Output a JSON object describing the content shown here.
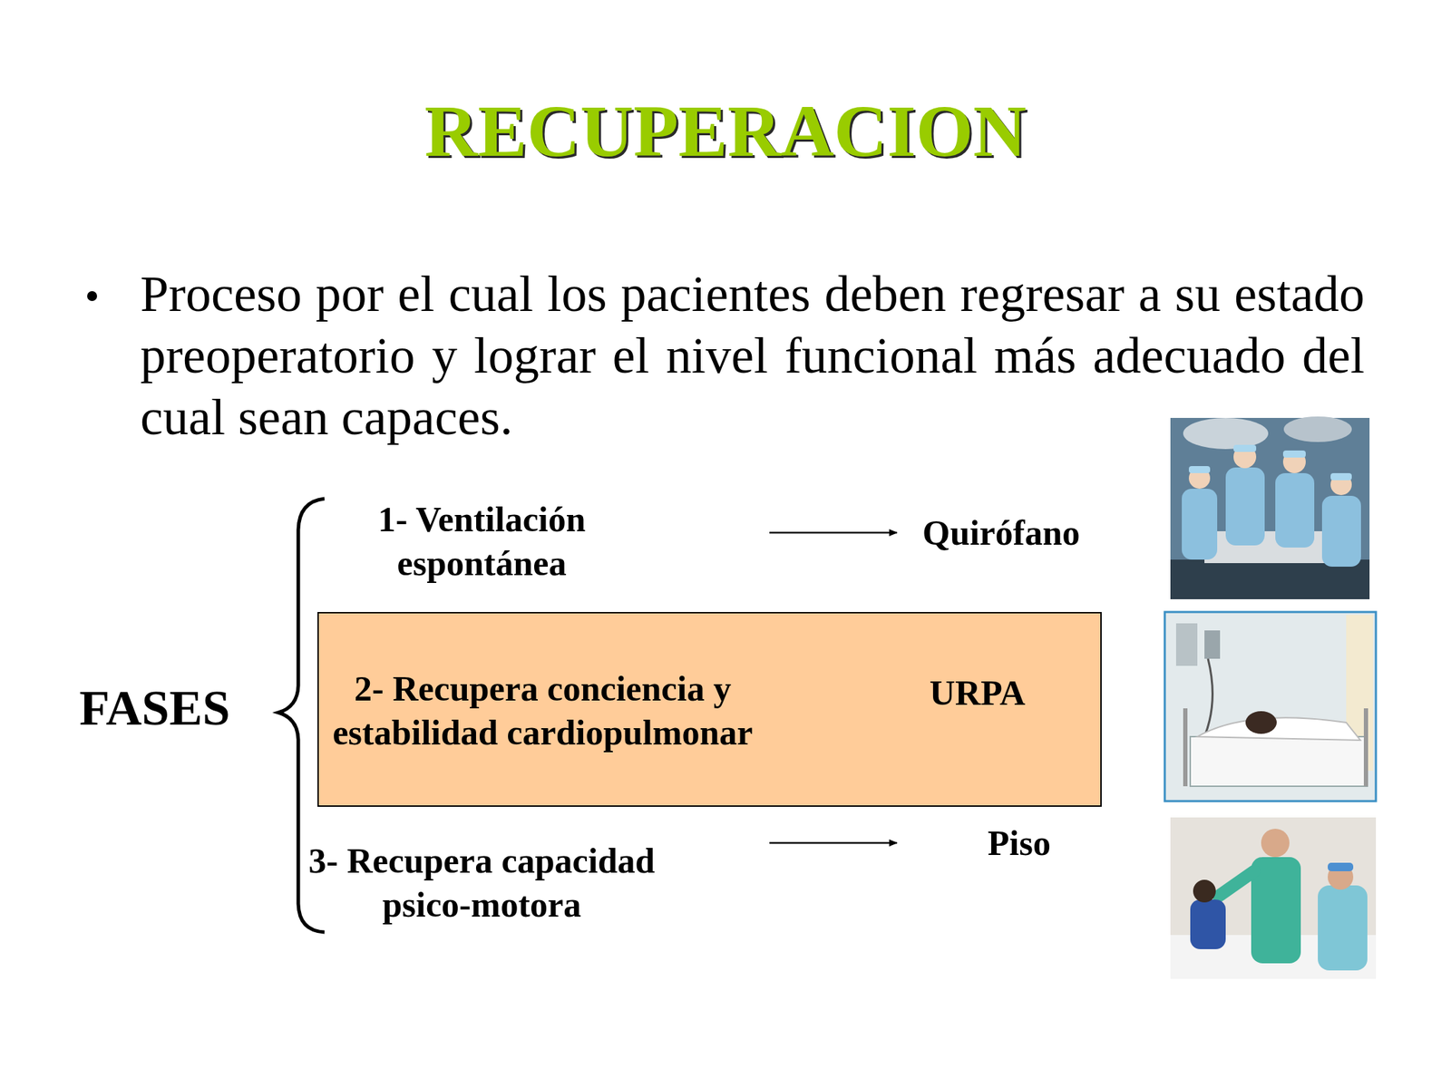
{
  "diagram": {
    "title": "RECUPERACION",
    "nodes": [
      {
        "text": [
          "1- Ventilación espontánea"
        ]
      },
      {
        "text": [
          "Quirófano"
        ]
      },
      {},
      {
        "text": [
          "2- Recupera conciencia y estabilidad cardiopulmonar"
        ],
        "in": 2
      },
      {
        "text": [
          "URPA"
        ],
        "in": 2
      },
      {
        "text": [
          "3- Recupera capacidad psico-motora"
        ]
      },
      {
        "text": [
          "Piso"
        ]
      }
    ],
    "edges": [
      {
        "from": 0,
        "to": 1,
        "arrow": "to"
      },
      {
        "from": 3,
        "to": 4,
        "arrow": "to"
      },
      {
        "from": 5,
        "to": 6,
        "arrow": "to"
      }
    ],
    "labels": [
      "Proceso por el cual los pacientes deben regresar a su estado preoperatorio y lograr el nivel funcional más adecuado del cual sean capaces.",
      "FASES"
    ]
  }
}
